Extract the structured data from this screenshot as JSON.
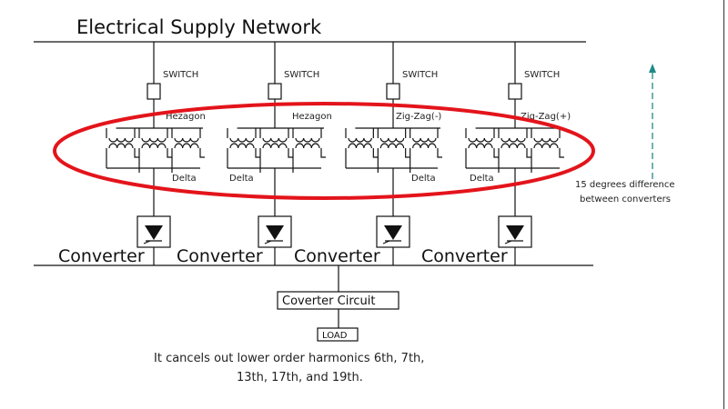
{
  "title": "Electrical Supply Network",
  "branches": [
    {
      "switch_label": "SWITCH",
      "primary_label": "Hezagon",
      "secondary_label": "Delta",
      "converter_label": "Converter"
    },
    {
      "switch_label": "SWITCH",
      "primary_label": "Hezagon",
      "secondary_label": "Delta",
      "converter_label": "Converter"
    },
    {
      "switch_label": "SWITCH",
      "primary_label": "Zig-Zag(-)",
      "secondary_label": "Delta",
      "converter_label": "Converter"
    },
    {
      "switch_label": "SWITCH",
      "primary_label": "Zig-Zag(+)",
      "secondary_label": "Delta",
      "converter_label": "Converter"
    }
  ],
  "phase_note": {
    "line1": "15 degrees difference",
    "line2": "between converters"
  },
  "converter_circuit_label": "Coverter Circuit",
  "load_label": "LOAD",
  "caption": {
    "line1": "It cancels out lower order harmonics 6th, 7th,",
    "line2": "13th, 17th, and 19th."
  },
  "colors": {
    "highlight_ellipse": "#e3141b",
    "arrow": "#1f8a86",
    "line": "#111111"
  }
}
